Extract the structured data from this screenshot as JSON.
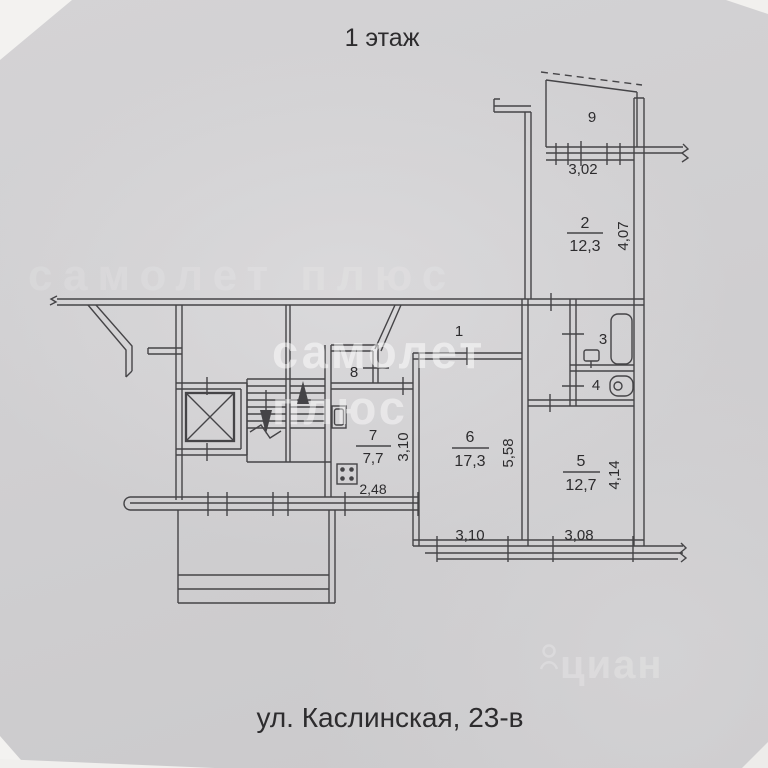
{
  "document": {
    "title": "1 этаж",
    "address": "ул. Каслинская, 23-в"
  },
  "watermarks": {
    "brand_main": "самолет",
    "brand_sub": "плюс",
    "brand_faint": "самолет плюс",
    "corner_brand": "циан"
  },
  "rooms": {
    "r1": {
      "num": "1"
    },
    "r2": {
      "num": "2",
      "area": "12,3"
    },
    "r3": {
      "num": "3"
    },
    "r4": {
      "num": "4"
    },
    "r5": {
      "num": "5",
      "area": "12,7"
    },
    "r6": {
      "num": "6",
      "area": "17,3"
    },
    "r7": {
      "num": "7",
      "area": "7,7"
    },
    "r8": {
      "num": "8"
    },
    "r9": {
      "num": "9"
    }
  },
  "dimensions": {
    "balcony_window_width": "3,02",
    "room2_depth": "4,07",
    "room7_width": "3,10",
    "room6_depth": "5,58",
    "kitchen_window_width": "2,48",
    "room6_width": "3,10",
    "room5_window_width": "3,08",
    "room5_depth": "4,14"
  },
  "colors": {
    "paper": "#d2d1d3",
    "ink": "#454447",
    "watermark": "#ffffff"
  }
}
